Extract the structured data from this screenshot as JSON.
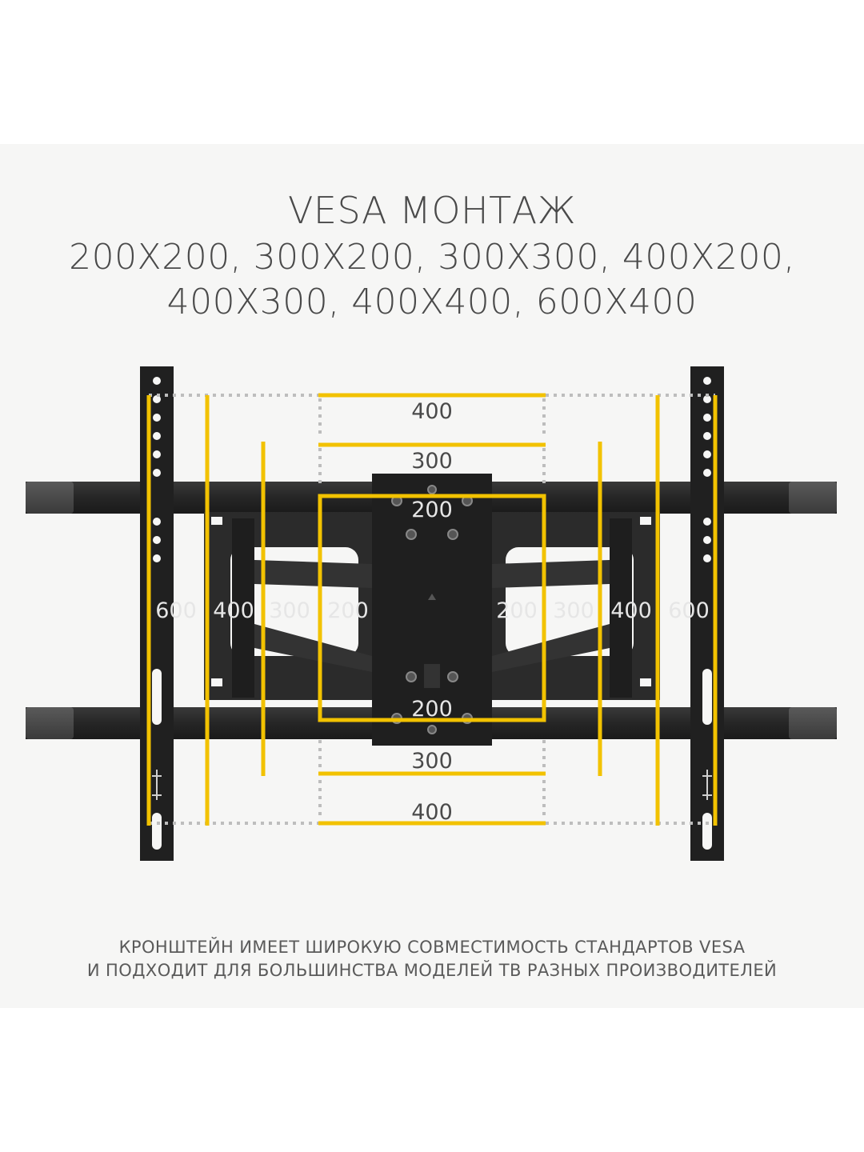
{
  "title": {
    "line1": "VESA МОНТАЖ",
    "line2": "200X200, 300X200, 300X300, 400X200,",
    "line3": "400X300, 400X400, 600X400"
  },
  "dimensions": {
    "top": [
      "400",
      "300",
      "200"
    ],
    "bottom": [
      "200",
      "300",
      "400"
    ],
    "left": [
      "600",
      "400",
      "300",
      "200"
    ],
    "right": [
      "200",
      "300",
      "400",
      "600"
    ]
  },
  "caption": {
    "line1": "КРОНШТЕЙН ИМЕЕТ ШИРОКУЮ СОВМЕСТИМОСТЬ СТАНДАРТОВ VESA",
    "line2": "И ПОДХОДИТ ДЛЯ БОЛЬШИНСТВА МОДЕЛЕЙ ТВ РАЗНЫХ ПРОИЗВОДИТЕЛЕЙ"
  },
  "colors": {
    "accent": "#f2c200",
    "bracket": "#262626",
    "text": "#4a4a4a"
  }
}
